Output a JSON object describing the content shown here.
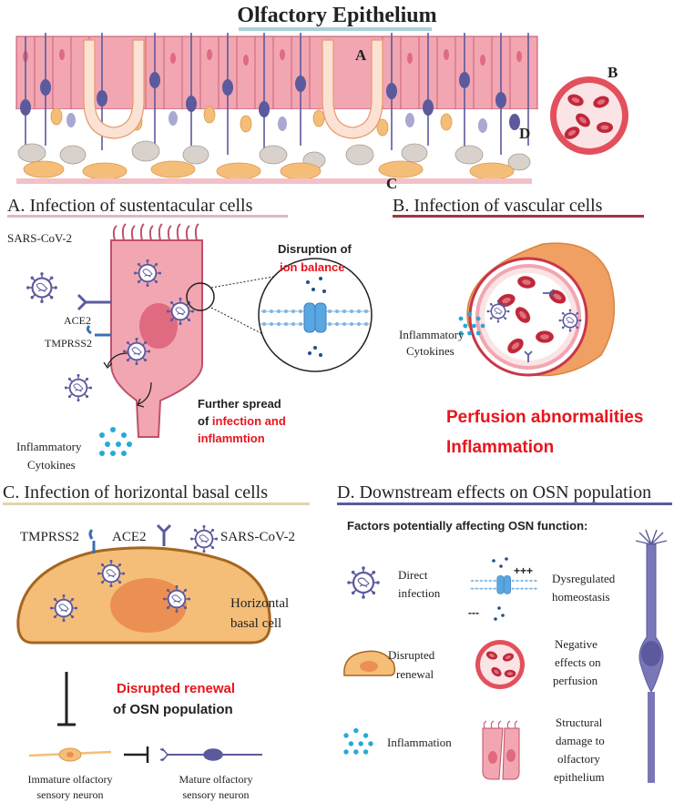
{
  "main_title": "Olfactory Epithelium",
  "region_labels": {
    "a": "A",
    "b": "B",
    "c": "C",
    "d": "D"
  },
  "panel_a": {
    "title": "A. Infection of sustentacular cells",
    "sars_label": "SARS-CoV-2",
    "ace2_label": "ACE2",
    "tmprss2_label": "TMPRSS2",
    "cytokines_line1": "Inflammatory",
    "cytokines_line2": "Cytokines",
    "disruption_line1": "Disruption of",
    "disruption_line2": "ion balance",
    "spread_line1": "Further spread",
    "spread_line2_black": "of ",
    "spread_line2_red": "infection and",
    "spread_line3": "inflammtion"
  },
  "panel_b": {
    "title": "B. Infection of vascular cells",
    "cytokines_line1": "Inflammatory",
    "cytokines_line2": "Cytokines",
    "effect_line1": "Perfusion abnormalities",
    "effect_line2": "Inflammation"
  },
  "panel_c": {
    "title": "C. Infection of horizontal basal cells",
    "tmprss2_label": "TMPRSS2",
    "ace2_label": "ACE2",
    "sars_label": "SARS-CoV-2",
    "cell_line1": "Horizontal",
    "cell_line2": "basal cell",
    "renewal_line1": "Disrupted renewal",
    "renewal_line2": "of OSN population",
    "immature_line1": "Immature olfactory",
    "immature_line2": "sensory neuron",
    "mature_line1": "Mature olfactory",
    "mature_line2": "sensory neuron"
  },
  "panel_d": {
    "title": "D. Downstream effects on OSN population",
    "subtitle": "Factors potentially affecting OSN function:",
    "factors": {
      "direct_line1": "Direct",
      "direct_line2": "infection",
      "dysreg_line1": "Dysregulated",
      "dysreg_line2": "homeostasis",
      "renewal_line1": "Disrupted",
      "renewal_line2": "renewal",
      "perfusion_line1": "Negative",
      "perfusion_line2": "effects on",
      "perfusion_line3": "perfusion",
      "inflammation": "Inflammation",
      "structural_line1": "Structural",
      "structural_line2": "damage to",
      "structural_line3": "olfactory",
      "structural_line4": "epithelium"
    },
    "plus_marks": "+++",
    "minus_marks": "---"
  },
  "colors": {
    "pink_cell": "#f2a6b2",
    "pink_border": "#c0506a",
    "red_text": "#e8141c",
    "purple": "#5b5a9c",
    "orange_cell": "#f5be78",
    "orange_nucleus": "#ec8f52",
    "blood_red": "#c0283a",
    "cyan_dots": "#26a9d8",
    "bar_title": "#a8d2d8",
    "bar_a": "#e2b3cb",
    "bar_b": "#a5343f",
    "bar_c": "#e1d5a8",
    "bar_d": "#5b5a9c"
  }
}
